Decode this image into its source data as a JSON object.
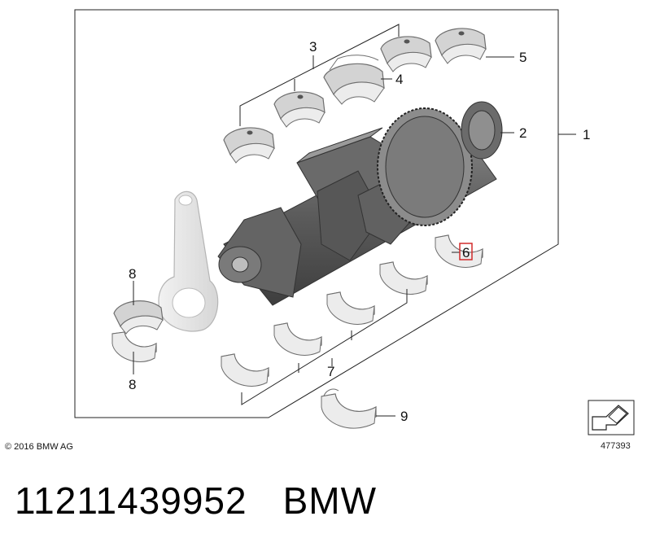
{
  "callouts": {
    "c1": "1",
    "c2": "2",
    "c3": "3",
    "c4": "4",
    "c5": "5",
    "c6": "6",
    "c7": "7",
    "c8_top": "8",
    "c8_bottom": "8",
    "c9": "9"
  },
  "copyright": "© 2016 BMW AG",
  "figure_number": "477393",
  "part_number": "11211439952",
  "brand": "BMW",
  "colors": {
    "highlight": "#d22b2b",
    "part_grey": "#d3d3d3",
    "crank_dark": "#5a5a5a"
  }
}
